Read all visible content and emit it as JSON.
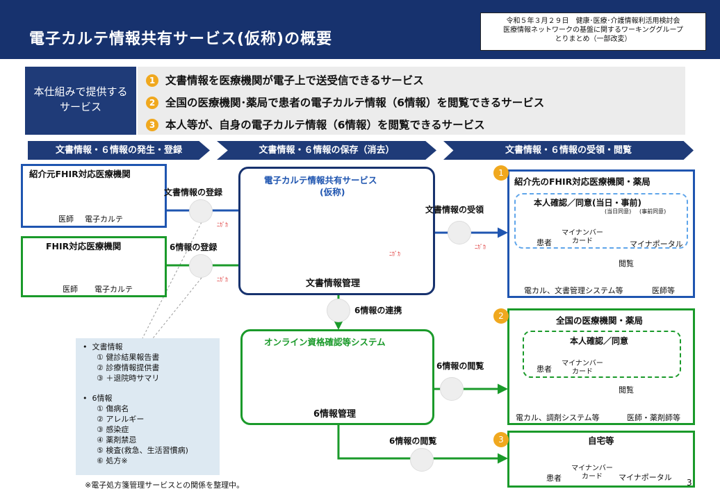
{
  "header": {
    "title": "電子カルテ情報共有サービス(仮称)の概要",
    "note_lines": [
      "令和５年３月２９日　健康･医療･介護情報利活用検討会",
      "医療情報ネットワークの基盤に関するワーキンググループ",
      "とりまとめ（一部改変）"
    ]
  },
  "provide": {
    "label_lines": [
      "本仕組みで提供する",
      "サービス"
    ],
    "items": [
      {
        "num": "1",
        "text": "文書情報を医療機関が電子上で送受信できるサービス"
      },
      {
        "num": "2",
        "text": "全国の医療機関･薬局で患者の電子カルテ情報（6情報）を閲覧できるサービス"
      },
      {
        "num": "3",
        "text": "本人等が、自身の電子カルテ情報（6情報）を閲覧できるサービス"
      }
    ]
  },
  "phases": [
    "文書情報・６情報の発生・登録",
    "文書情報・６情報の保存（消去）",
    "文書情報・６情報の受領・閲覧"
  ],
  "left": {
    "fhir_referrer": {
      "title": "紹介元FHIR対応医療機関",
      "doctor": "医師",
      "ehr": "電子カルテ"
    },
    "fhir_facility": {
      "title": "FHIR対応医療機関",
      "doctor": "医師",
      "ehr": "電子カルテ"
    },
    "register_doc": "文書情報の登録",
    "register_six": "6情報の登録"
  },
  "center": {
    "service_title_lines": [
      "電子カルテ情報共有サービス",
      "(仮称)"
    ],
    "doc_mgmt": "文書情報管理",
    "six_link": "6情報の連携",
    "online_title": "オンライン資格確認等システム",
    "six_mgmt": "6情報管理",
    "fire_mark": "ﾆｶﾞｶ"
  },
  "right": {
    "receive_doc": "文書情報の受領",
    "view_six_1": "6情報の閲覧",
    "view_six_2": "6情報の閲覧",
    "box1": {
      "num": "1",
      "title": "紹介先のFHIR対応医療機関・薬局",
      "verify": "本人確認／同意(当日・事前)",
      "same_day": "(当日同意)",
      "advance": "(事前同意)",
      "patient": "患者",
      "card": [
        "マイナンバー",
        "カード"
      ],
      "portal": "マイナポータル",
      "view": "閲覧",
      "system": "電カル、文書管理システム等",
      "doctor": "医師等"
    },
    "box2": {
      "num": "2",
      "title": "全国の医療機関・薬局",
      "verify": "本人確認／同意",
      "patient": "患者",
      "card": [
        "マイナンバー",
        "カード"
      ],
      "view": "閲覧",
      "system": "電カル、調剤システム等",
      "doctor": "医師・薬剤師等"
    },
    "box3": {
      "num": "3",
      "title": "自宅等",
      "patient": "患者",
      "card": [
        "マイナンバー",
        "カード"
      ],
      "portal": "マイナポータル"
    }
  },
  "list": {
    "doc_heading": "文書情報",
    "doc_items": [
      "① 健診結果報告書",
      "② 診療情報提供書",
      "③ ＋退院時サマリ"
    ],
    "six_heading": "6情報",
    "six_items": [
      "① 傷病名",
      "② アレルギー",
      "③ 感染症",
      "④ 薬剤禁忌",
      "⑤ 検査(救急、生活習慣病)",
      "⑥ 処方※"
    ]
  },
  "footnote": "※電子処方箋管理サービスとの関係を整理中。",
  "page_number": "3",
  "colors": {
    "navy": "#17326e",
    "blue": "#1f55b0",
    "green": "#1a9a2a",
    "orange": "#f0a81e",
    "lightblue": "#dde9f2",
    "gray": "#ececec"
  }
}
